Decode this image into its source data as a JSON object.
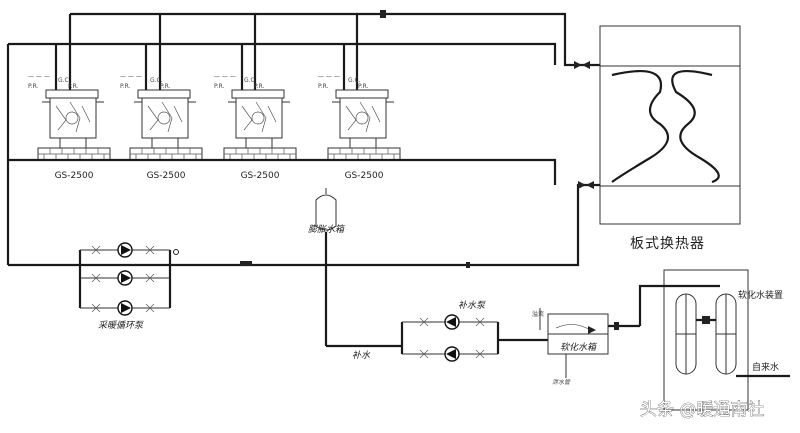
{
  "boilers": [
    {
      "model": "GS-2500"
    },
    {
      "model": "GS-2500"
    },
    {
      "model": "GS-2500"
    },
    {
      "model": "GS-2500"
    }
  ],
  "labels": {
    "heat_exchanger": "板式换热器",
    "expansion_tank": "膨胀水箱",
    "circulation_pumps": "采暖循环泵",
    "makeup_pumps": "补水泵",
    "softened_water_tank": "软化水箱",
    "water_softener": "软化水装置",
    "tap_water": "自来水",
    "makeup_water": "补水",
    "drain": "泄水管",
    "overflow": "溢流"
  },
  "watermark": {
    "text": "头条 @暖通南社"
  }
}
